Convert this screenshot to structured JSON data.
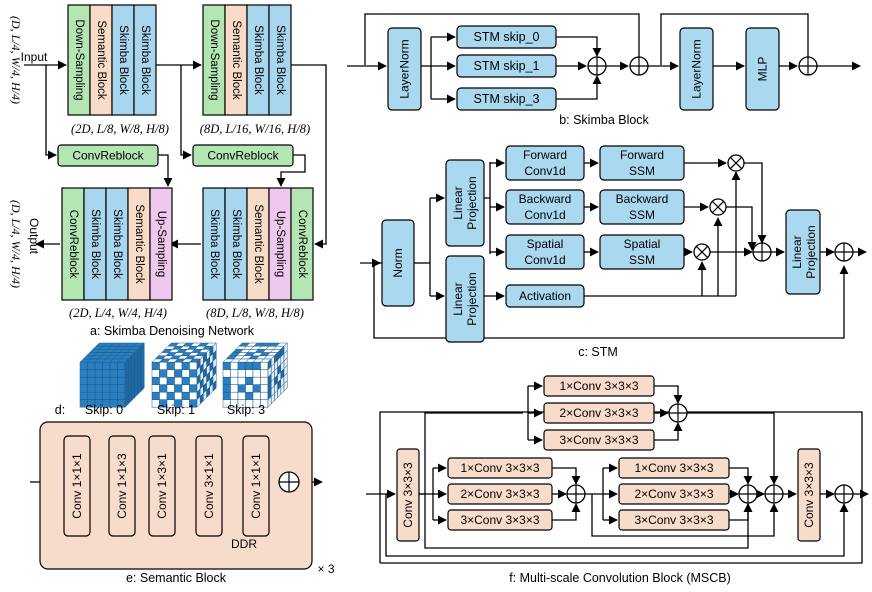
{
  "panel_a": {
    "caption": "a: Skimba Denoising Network",
    "input_label": "Input",
    "input_shape": "(D, L/4, W/4, H/4)",
    "output_label": "Output",
    "output_shape": "(D, L/4, W/4, H/4)",
    "enc1": [
      "Down-Sampling",
      "Semantic Block",
      "Skimba Block",
      "Skimba Block"
    ],
    "enc1_shape": "(2D, L/8, W/8, H/8)",
    "enc2": [
      "Down-Sampling",
      "Semantic Block",
      "Skimba Block",
      "Skimba Block"
    ],
    "enc2_shape": "(8D, L/16, W/16, H/8)",
    "dec2": [
      "Skimba Block",
      "Skimba Block",
      "Semantic Block",
      "Up-Sampling",
      "ConvReblock"
    ],
    "dec2_shape": "(8D, L/8, W/8, H/8)",
    "dec1": [
      "ConvReblock",
      "Skimba Block",
      "Skimba Block",
      "Semantic Block",
      "Up-Sampling"
    ],
    "dec1_shape": "(2D, L/4, W/4, H/4)",
    "convreblock": "ConvReblock",
    "colors": {
      "green": "#b4e6b4",
      "peach": "#f9dcc8",
      "blue": "#a7d6ee",
      "pink": "#eec8ee"
    }
  },
  "panel_b": {
    "caption": "b: Skimba Block",
    "layernorm": "LayerNorm",
    "skips": [
      "STM skip_0",
      "STM skip_1",
      "STM skip_3"
    ],
    "mlp": "MLP"
  },
  "panel_c": {
    "caption": "c: STM",
    "norm": "Norm",
    "linear_projection": "Linear Projection",
    "convs": [
      "Forward Conv1d",
      "Backward Conv1d",
      "Spatial Conv1d"
    ],
    "ssms": [
      "Forward SSM",
      "Backward SSM",
      "Spatial SSM"
    ],
    "activation": "Activation"
  },
  "panel_d": {
    "prefix": "d:",
    "skips": [
      "Skip: 0",
      "Skip: 1",
      "Skip: 3"
    ]
  },
  "panel_e": {
    "caption": "e: Semantic Block",
    "convs": [
      "Conv 1×1×1",
      "Conv 1×1×3",
      "Conv 1×3×1",
      "Conv 3×1×1",
      "Conv 1×1×1"
    ],
    "ddr": "DDR",
    "repeat": "× 3"
  },
  "panel_f": {
    "caption": "f: Multi-scale Convolution Block (MSCB)",
    "conv333": "Conv 3×3×3",
    "branches": [
      "1×Conv 3×3×3",
      "2×Conv 3×3×3",
      "3×Conv 3×3×3"
    ]
  }
}
